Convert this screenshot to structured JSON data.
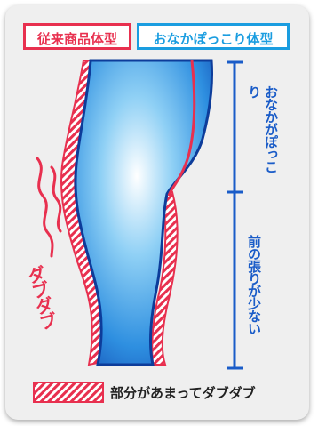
{
  "tabs": {
    "conventional": "従来商品体型",
    "belly": "おなかぽっこり体型"
  },
  "labels": {
    "belly_section": "おなかがぽっこり",
    "front_section": "前の張りが少ない",
    "excess": "ダブダブ"
  },
  "legend": {
    "text": "部分があまってダブダブ"
  },
  "colors": {
    "red": "#e8304f",
    "blue": "#1a9de0",
    "navy": "#1a5cc8"
  }
}
